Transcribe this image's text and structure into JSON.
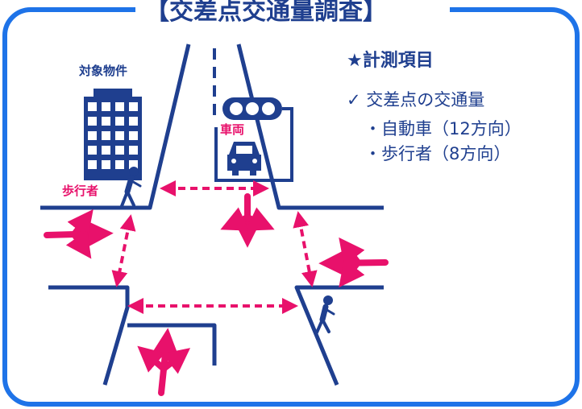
{
  "title": "【交差点交通量調査】",
  "measure": {
    "header": "★計測項目",
    "items": [
      "✓ 交差点の交通量",
      "・自動車（12方向）",
      "・歩行者（8方向）"
    ]
  },
  "labels": {
    "building": "対象物件",
    "vehicle": "車両",
    "pedestrian": "歩行者"
  },
  "colors": {
    "navy": "#1f3f8f",
    "frame": "#1e73e8",
    "accent": "#e8116b"
  }
}
